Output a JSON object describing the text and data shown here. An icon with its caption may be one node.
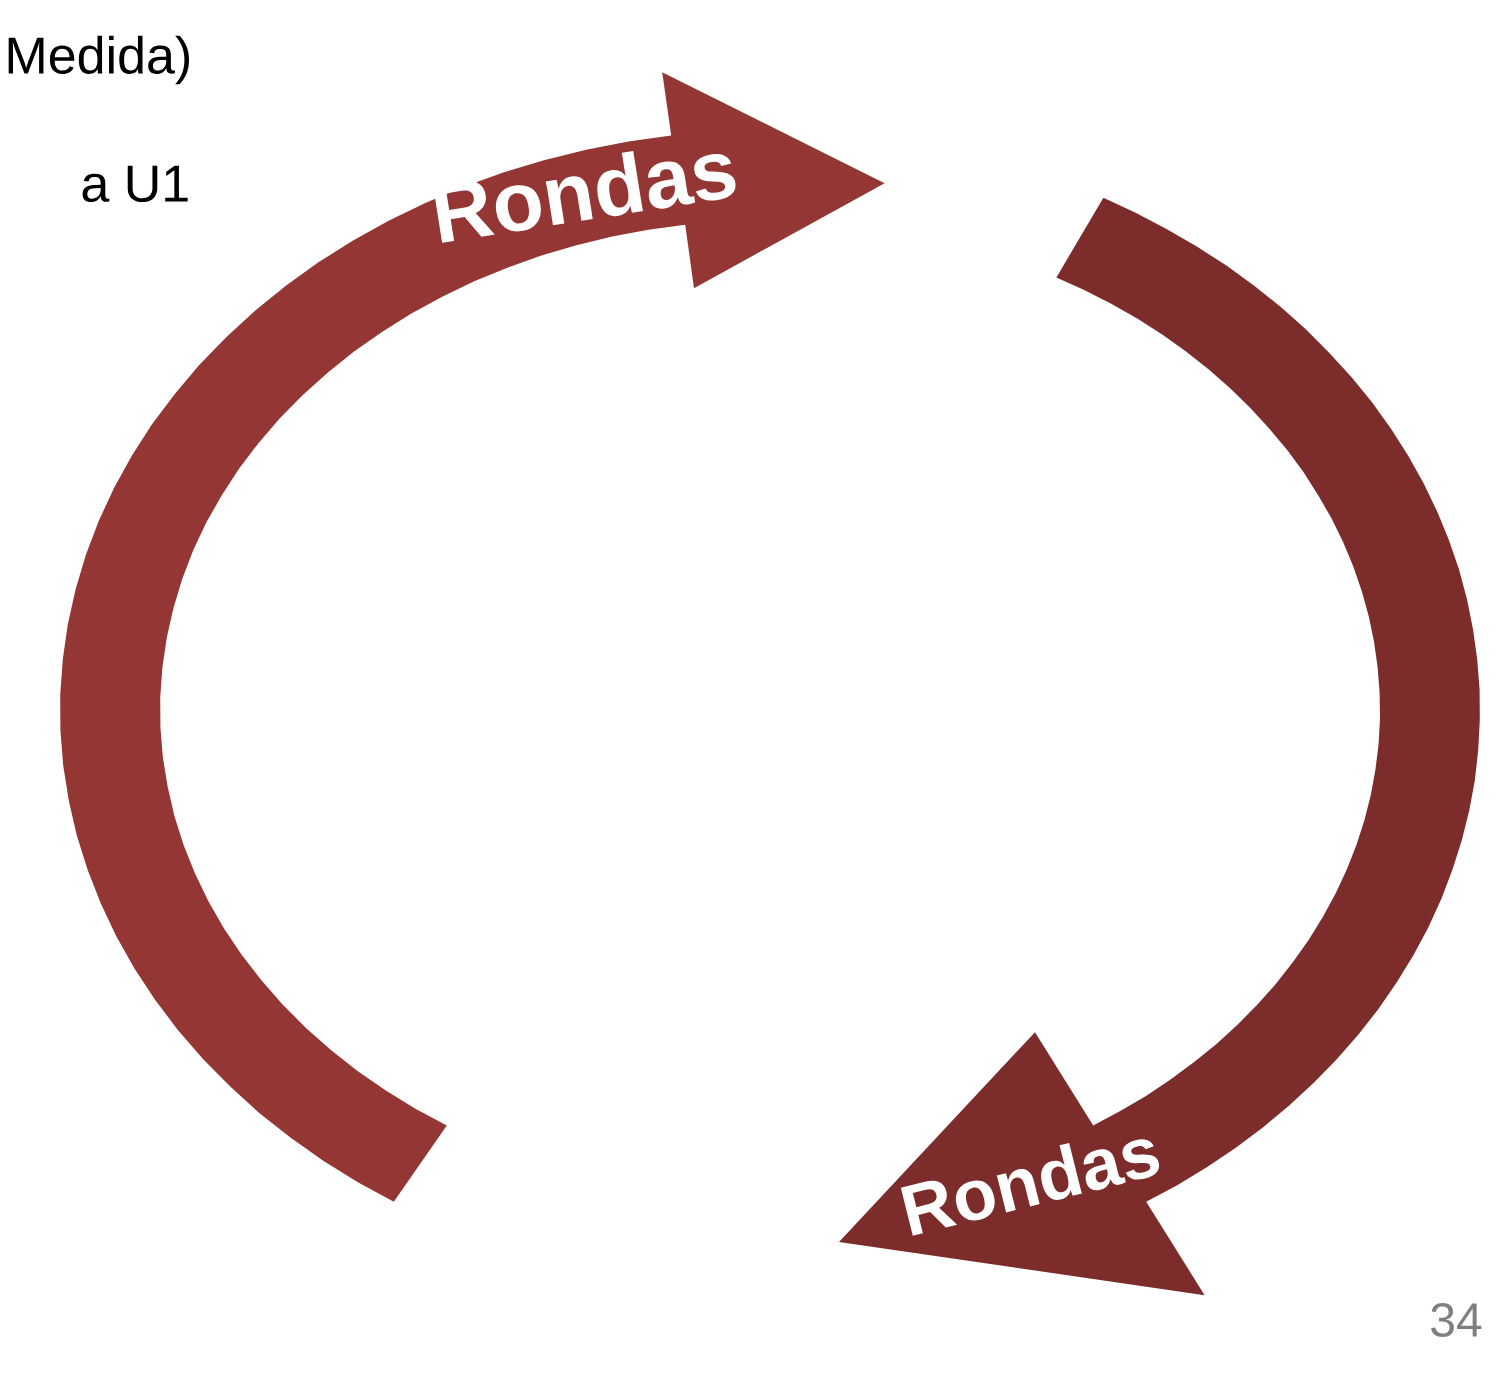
{
  "diagram": {
    "labels": [
      "Medida)",
      "a U1",
      "Rondas",
      "Rondas",
      "34"
    ]
  }
}
